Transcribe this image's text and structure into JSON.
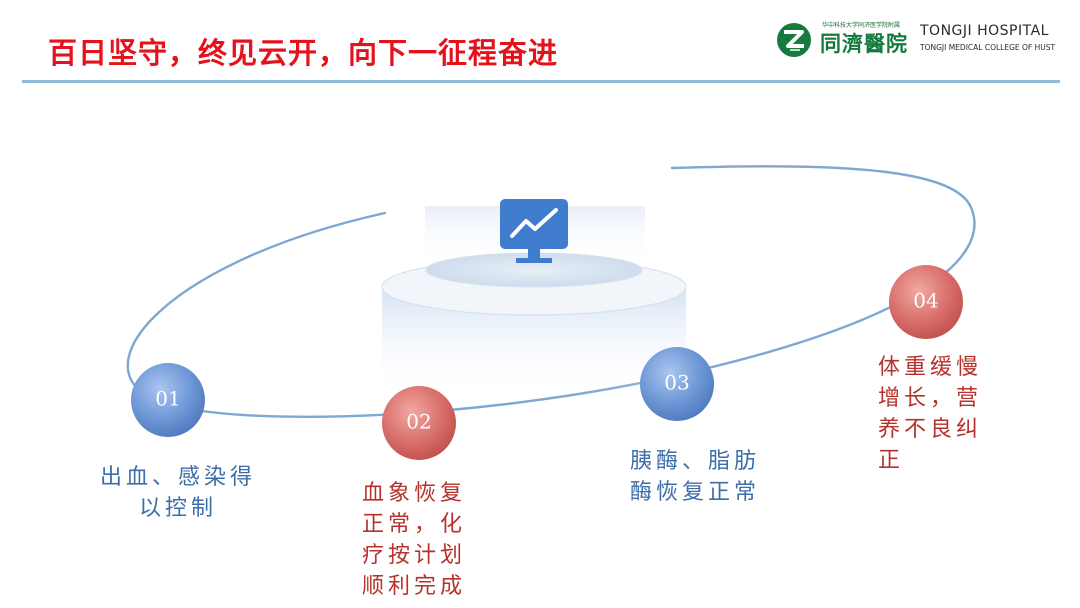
{
  "header": {
    "title": "百日坚守，终见云开，向下一征程奋进"
  },
  "logo": {
    "subtitle": "华中科技大学同济医学院附属",
    "name_cn": "同濟醫院",
    "name_en": "TONGJI HOSPITAL",
    "sub_en": "TONGJI MEDICAL COLLEGE OF HUST",
    "icon": "tongji-logo-icon"
  },
  "center_icon": "monitor-chart-icon",
  "steps": [
    {
      "number": "01",
      "lines": [
        "出血、感染得",
        "以控制"
      ],
      "color": "#5a86c5"
    },
    {
      "number": "02",
      "lines": [
        "血象恢复",
        "正常，化",
        "疗按计划",
        "顺利完成"
      ],
      "color": "#c65a5a"
    },
    {
      "number": "03",
      "lines": [
        "胰酶、脂肪",
        "酶恢复正常"
      ],
      "color": "#5a86c5"
    },
    {
      "number": "04",
      "lines": [
        "体重缓慢",
        "增长，营",
        "养不良纠",
        "正"
      ],
      "color": "#c65a5a"
    }
  ]
}
